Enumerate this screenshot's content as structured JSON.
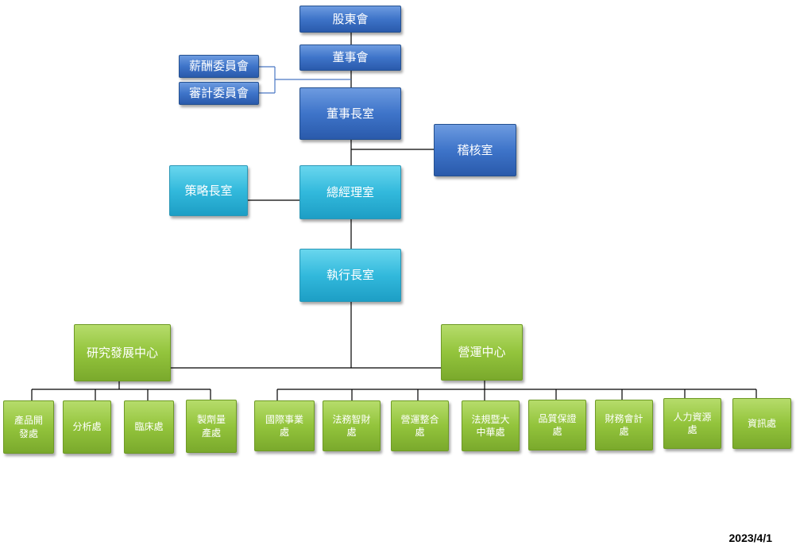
{
  "colors": {
    "board_blue": "#3e74c9",
    "executive_teal": "#32b9dc",
    "division_green": "#93c43c",
    "connector": "#000000",
    "committee_connector": "#4a78c4"
  },
  "chart": {
    "shareholders_meeting": "股東會",
    "board_of_directors": "董事會",
    "compensation_committee": "薪酬委員會",
    "audit_committee": "審計委員會",
    "chairman_office": "董事長室",
    "internal_audit_office": "稽核室",
    "strategy_office": "策略長室",
    "general_manager_office": "總經理室",
    "ceo_office": "執行長室",
    "rd_center": {
      "label": "研究發展中心",
      "units": [
        "產品開\n發處",
        "分析處",
        "臨床處",
        "製劑量\n產處"
      ]
    },
    "operations_center": {
      "label": "營運中心",
      "units": [
        "國際事業\n處",
        "法務智財\n處",
        "營運整合\n處",
        "法規暨大\n中華處",
        "品質保證\n處",
        "財務會計\n處",
        "人力資源\n處",
        "資訊處"
      ]
    }
  },
  "date": "2023/4/1"
}
